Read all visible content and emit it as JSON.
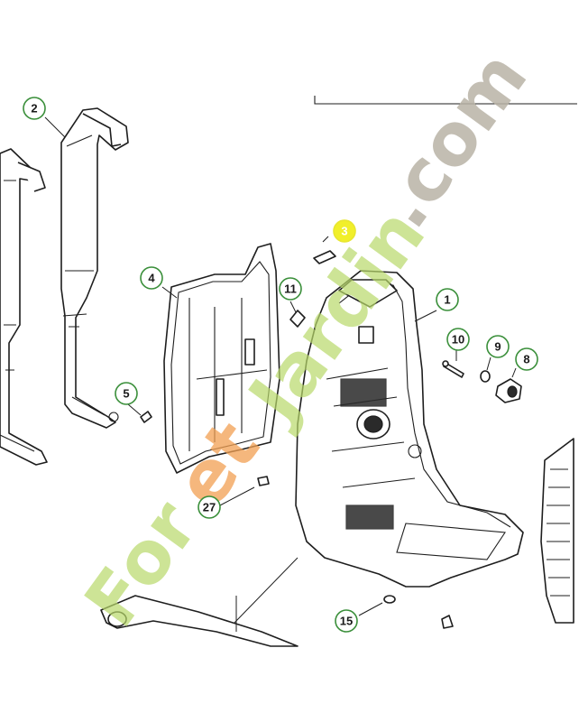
{
  "callouts": [
    {
      "id": "1",
      "label": "1",
      "highlight": false
    },
    {
      "id": "2",
      "label": "2",
      "highlight": false
    },
    {
      "id": "3",
      "label": "3",
      "highlight": true
    },
    {
      "id": "4",
      "label": "4",
      "highlight": false
    },
    {
      "id": "5",
      "label": "5",
      "highlight": false
    },
    {
      "id": "8",
      "label": "8",
      "highlight": false
    },
    {
      "id": "9",
      "label": "9",
      "highlight": false
    },
    {
      "id": "10",
      "label": "10",
      "highlight": false
    },
    {
      "id": "11",
      "label": "11",
      "highlight": false
    },
    {
      "id": "15",
      "label": "15",
      "highlight": false
    },
    {
      "id": "27",
      "label": "27",
      "highlight": false
    }
  ],
  "watermark": {
    "part_green_1": "For",
    "part_orange": "et",
    "part_green_2": "Jardin",
    "part_grey": ".com"
  },
  "colors": {
    "callout_ring": "#3a8f3a",
    "callout_highlight": "#f1ef2a",
    "watermark_green": "#b8d96a",
    "watermark_orange": "#f2a052",
    "watermark_grey": "#b9b3a6"
  }
}
